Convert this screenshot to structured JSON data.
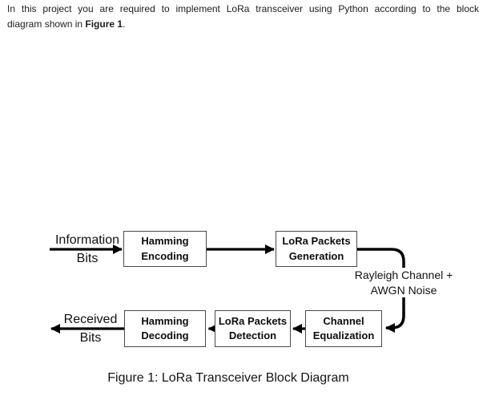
{
  "paragraph": {
    "line1": "In this project you are required to implement LoRa transceiver using Python according to the block",
    "line2_prefix": "diagram shown in ",
    "line2_bold": "Figure 1",
    "line2_suffix": "."
  },
  "diagram": {
    "input_label": {
      "line1": "Information",
      "line2": "Bits"
    },
    "output_label": {
      "line1": "Received",
      "line2": "Bits"
    },
    "channel_label": {
      "line1": "Rayleigh Channel +",
      "line2": "AWGN Noise"
    },
    "blocks": {
      "hamming_encoding": {
        "line1": "Hamming",
        "line2": "Encoding"
      },
      "lora_packets_generation": {
        "line1": "LoRa Packets",
        "line2": "Generation"
      },
      "channel_equalization": {
        "line1": "Channel",
        "line2": "Equalization"
      },
      "lora_packets_detection": {
        "line1": "LoRa Packets",
        "line2": "Detection"
      },
      "hamming_decoding": {
        "line1": "Hamming",
        "line2": "Decoding"
      }
    },
    "colors": {
      "arrow": "#000000",
      "box_border": "#4a4a4a",
      "text": "#111111"
    }
  },
  "caption": {
    "text": "Figure 1: LoRa Transceiver Block Diagram"
  }
}
